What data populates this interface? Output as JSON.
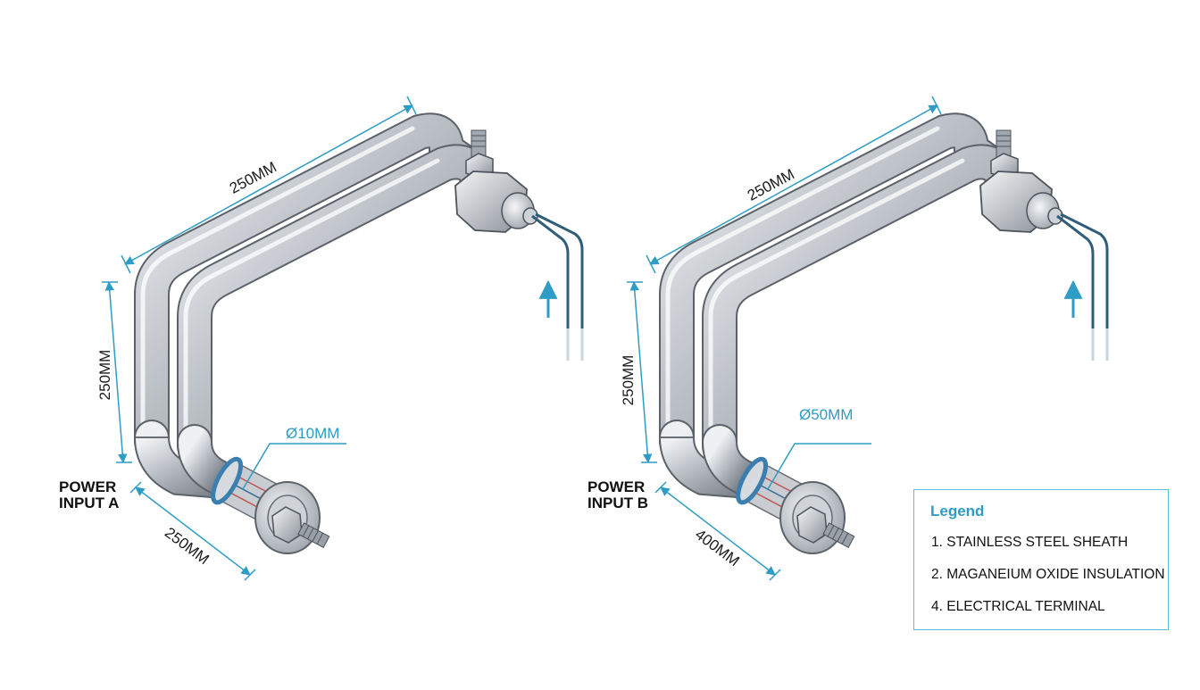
{
  "units": [
    {
      "top_dim": "250MM",
      "side_dim": "250MM",
      "bottom_dim": "250MM",
      "diameter": "Ø10MM",
      "label_line1": "POWER",
      "label_line2": "INPUT A"
    },
    {
      "top_dim": "250MM",
      "side_dim": "250MM",
      "bottom_dim": "400MM",
      "diameter": "Ø50MM",
      "label_line1": "POWER",
      "label_line2": "INPUT B"
    }
  ],
  "legend": {
    "title": "Legend",
    "items": [
      "1. STAINLESS STEEL SHEATH",
      "2. MAGANEIUM OXIDE INSULATION",
      "4. ELECTRICAL TERMINAL"
    ]
  },
  "colors": {
    "dimension_line": "#2e9cc4",
    "pipe_steel": "#b9bdc3",
    "wire": "#2f5d7a",
    "legend_border": "#5fb8d6"
  }
}
